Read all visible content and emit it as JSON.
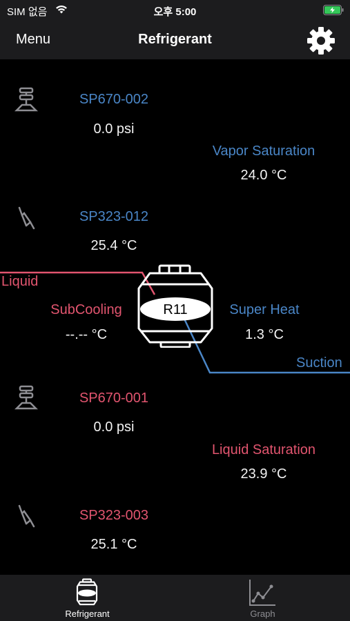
{
  "status_bar": {
    "carrier": "SIM 없음",
    "time": "오후 5:00"
  },
  "nav": {
    "menu": "Menu",
    "title": "Refrigerant"
  },
  "vapor": {
    "pressure_sensor": {
      "name": "SP670-002",
      "value": "0.0 psi"
    },
    "saturation": {
      "label": "Vapor Saturation",
      "value": "24.0 °C"
    },
    "temp_sensor": {
      "name": "SP323-012",
      "value": "25.4 °C"
    }
  },
  "middle": {
    "liquid_label": "Liquid",
    "suction_label": "Suction",
    "subcooling": {
      "label": "SubCooling",
      "value": "--.-- °C"
    },
    "superheat": {
      "label": "Super Heat",
      "value": "1.3 °C"
    },
    "refrigerant": "R11"
  },
  "liquid": {
    "pressure_sensor": {
      "name": "SP670-001",
      "value": "0.0 psi"
    },
    "saturation": {
      "label": "Liquid Saturation",
      "value": "23.9 °C"
    },
    "temp_sensor": {
      "name": "SP323-003",
      "value": "25.1 °C"
    }
  },
  "tabs": [
    {
      "label": "Refrigerant",
      "active": true
    },
    {
      "label": "Graph",
      "active": false
    }
  ],
  "colors": {
    "vapor_blue": "#4a86c7",
    "liquid_red": "#e2556f",
    "background": "#000000",
    "bars": "#1c1c1e",
    "battery_green": "#34c759"
  },
  "icons": {
    "wifi": "wifi-icon",
    "battery": "battery-charging-icon",
    "settings": "gear-icon",
    "pressure_sensor": "pressure-gauge-icon",
    "temp_sensor": "clamp-probe-icon",
    "tank": "refrigerant-cylinder-icon",
    "graph": "line-graph-icon"
  }
}
